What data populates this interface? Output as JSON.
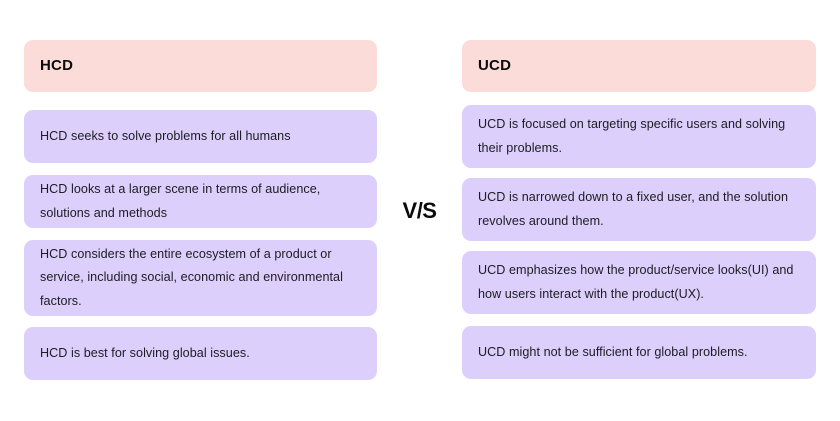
{
  "background_color": "#ffffff",
  "colors": {
    "header_card": "#fbdcd8",
    "body_card": "#dccffb",
    "header_text": "#0b0b0c",
    "body_text": "#1c1c22",
    "divider_text": "#0b0b0c"
  },
  "divider": {
    "label": "V/S"
  },
  "columns": [
    {
      "id": "hcd",
      "header": "HCD",
      "rows": [
        "HCD seeks to solve problems for all humans",
        "HCD looks at a larger scene in terms of audience, solutions and methods",
        "HCD considers the entire ecosystem of a product or service, including social, economic and environmental factors.",
        "HCD is best for solving global issues."
      ]
    },
    {
      "id": "ucd",
      "header": "UCD",
      "rows": [
        "UCD is focused on targeting specific users and solving their problems.",
        "UCD is narrowed down to a fixed user, and the solution revolves around them.",
        "UCD emphasizes how the product/service looks(UI) and how users interact with the product(UX).",
        "UCD might not be sufficient for global problems."
      ]
    }
  ]
}
